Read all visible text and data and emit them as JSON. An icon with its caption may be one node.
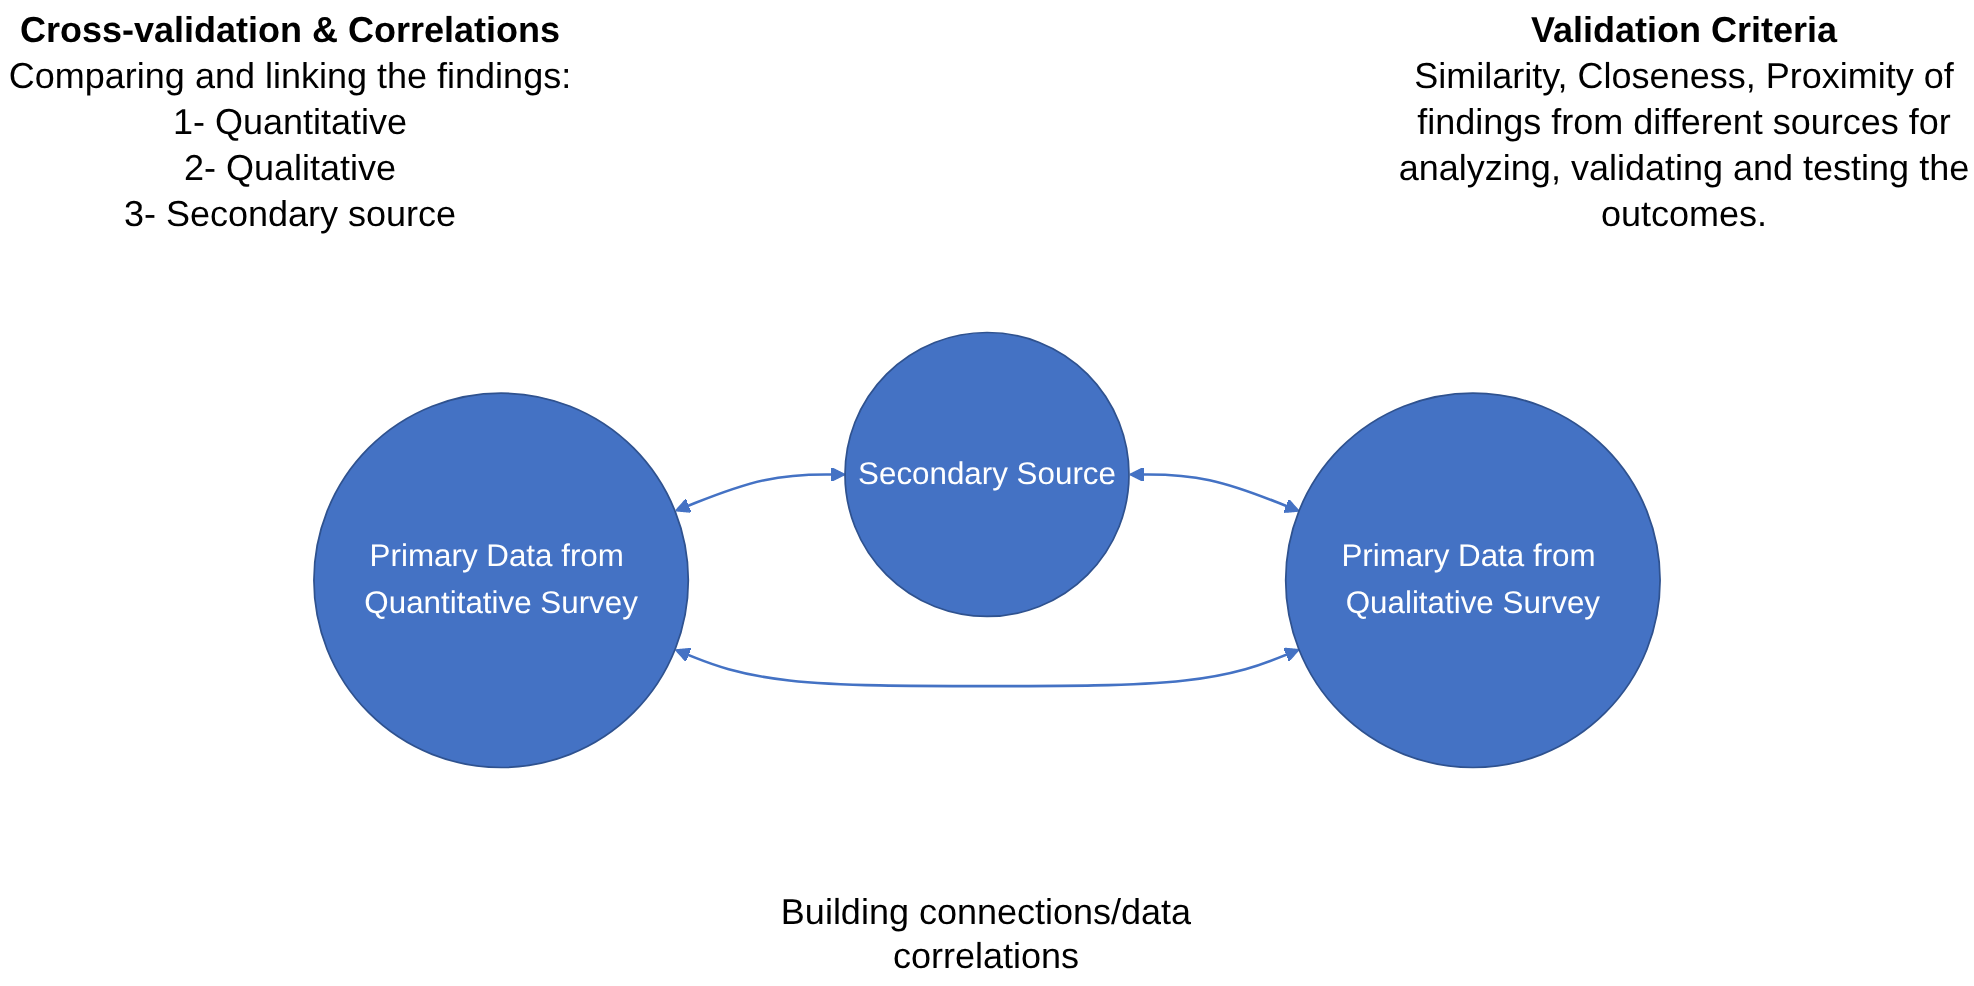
{
  "diagram": {
    "nodes": [
      {
        "text": [
          "Secondary Source"
        ]
      },
      {
        "text": [
          "Primary Data from Quantitative Survey"
        ]
      },
      {
        "text": [
          "Primary Data from Qualitative Survey"
        ]
      }
    ],
    "edges": [
      {
        "from": 1,
        "to": 0,
        "arrow": "both"
      },
      {
        "from": 0,
        "to": 2,
        "arrow": "both"
      },
      {
        "from": 1,
        "to": 2,
        "arrow": "both"
      }
    ],
    "labels": [
      "Cross-validation & Correlations",
      "Comparing and linking the findings:",
      "1- Quantitative",
      "2- Qualitative",
      "3- Secondary source",
      "Validation Criteria",
      "Similarity, Closeness, Proximity of findings from different sources for analyzing, validating and testing the outcomes.",
      "Building connections/data correlations"
    ]
  }
}
